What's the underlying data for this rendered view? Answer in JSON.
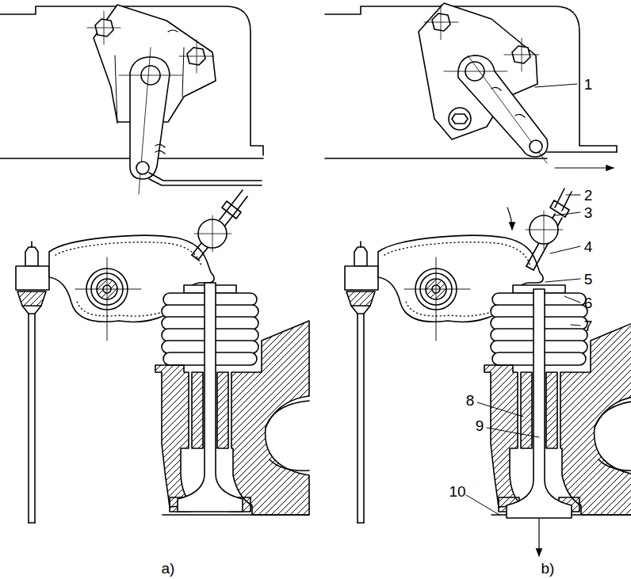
{
  "diagram": {
    "labels": [
      "1",
      "2",
      "3",
      "4",
      "5",
      "6",
      "7",
      "8",
      "9",
      "10",
      "a)",
      "b)"
    ]
  }
}
